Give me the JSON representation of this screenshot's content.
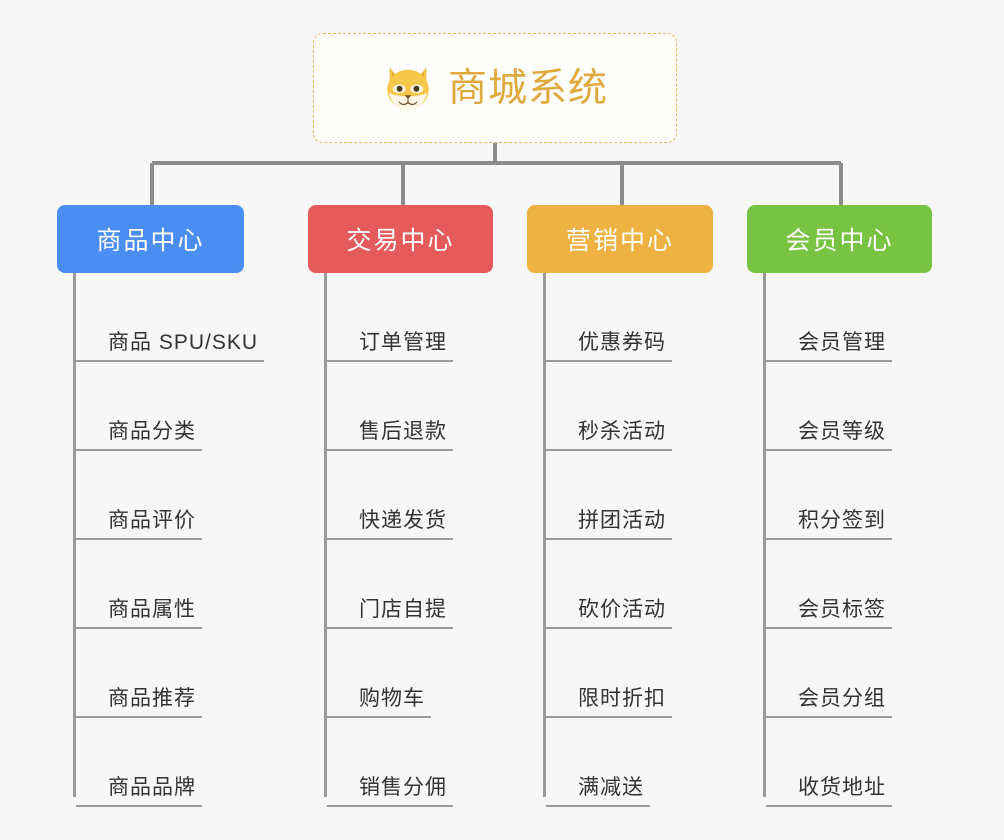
{
  "diagram": {
    "type": "mindmap-tree",
    "background_color": "#f7f7f7",
    "root": {
      "label": "商城系统",
      "icon": "shiba-dog-face-icon",
      "text_color": "#e0a93c",
      "border_color": "#e9b659",
      "border_style": "dashed"
    },
    "connector_color": "#8c8c8c",
    "branches": [
      {
        "id": "product-center",
        "label": "商品中心",
        "color": "#4a8ef2",
        "items": [
          "商品 SPU/SKU",
          "商品分类",
          "商品评价",
          "商品属性",
          "商品推荐",
          "商品品牌"
        ]
      },
      {
        "id": "trade-center",
        "label": "交易中心",
        "color": "#e55b5b",
        "items": [
          "订单管理",
          "售后退款",
          "快递发货",
          "门店自提",
          "购物车",
          "销售分佣"
        ]
      },
      {
        "id": "marketing-center",
        "label": "营销中心",
        "color": "#eeb243",
        "items": [
          "优惠券码",
          "秒杀活动",
          "拼团活动",
          "砍价活动",
          "限时折扣",
          "满减送"
        ]
      },
      {
        "id": "member-center",
        "label": "会员中心",
        "color": "#79c342",
        "items": [
          "会员管理",
          "会员等级",
          "积分签到",
          "会员标签",
          "会员分组",
          "收货地址"
        ]
      }
    ]
  }
}
